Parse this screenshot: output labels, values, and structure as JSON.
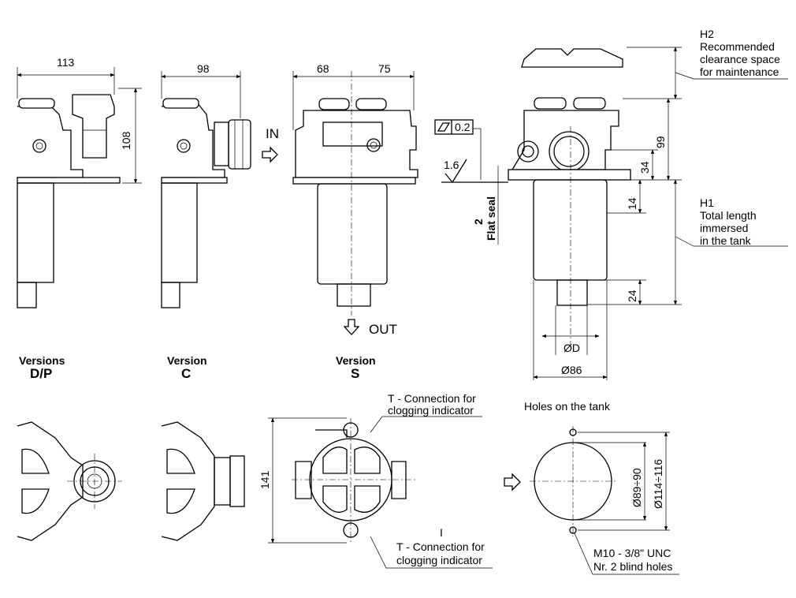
{
  "dimensions": {
    "dp_width": "113",
    "dp_height": "108",
    "c_width": "98",
    "s_left": "68",
    "s_right": "75",
    "flatness": "0.2",
    "roughness": "1.6",
    "seal_thickness": "2",
    "seal_label": "Flat seal",
    "h99": "99",
    "h34": "34",
    "h14": "14",
    "h24": "24",
    "outlet_diameter": "ØD",
    "bowl_diameter": "Ø86",
    "width_141": "141",
    "hole_inner": "Ø89÷90",
    "hole_outer": "Ø114÷116"
  },
  "flow": {
    "in": "IN",
    "out": "OUT"
  },
  "notes": {
    "h2_title": "H2",
    "h2_line1": "Recommended",
    "h2_line2": "clearance space",
    "h2_line3": "for maintenance",
    "h1_title": "H1",
    "h1_line1": "Total length",
    "h1_line2": "immersed",
    "h1_line3": "in the tank",
    "conn_top_1": "T - Connection for",
    "conn_top_2": "clogging indicator",
    "conn_bot_1": "T - Connection for",
    "conn_bot_2": "clogging indicator",
    "holes_title": "Holes on the tank",
    "thread_1": "M10 - 3/8\" UNC",
    "thread_2": "Nr. 2 blind holes",
    "cursor": "I"
  },
  "versions": [
    {
      "label": "Versions",
      "code": "D/P"
    },
    {
      "label": "Version",
      "code": "C"
    },
    {
      "label": "Version",
      "code": "S"
    }
  ]
}
